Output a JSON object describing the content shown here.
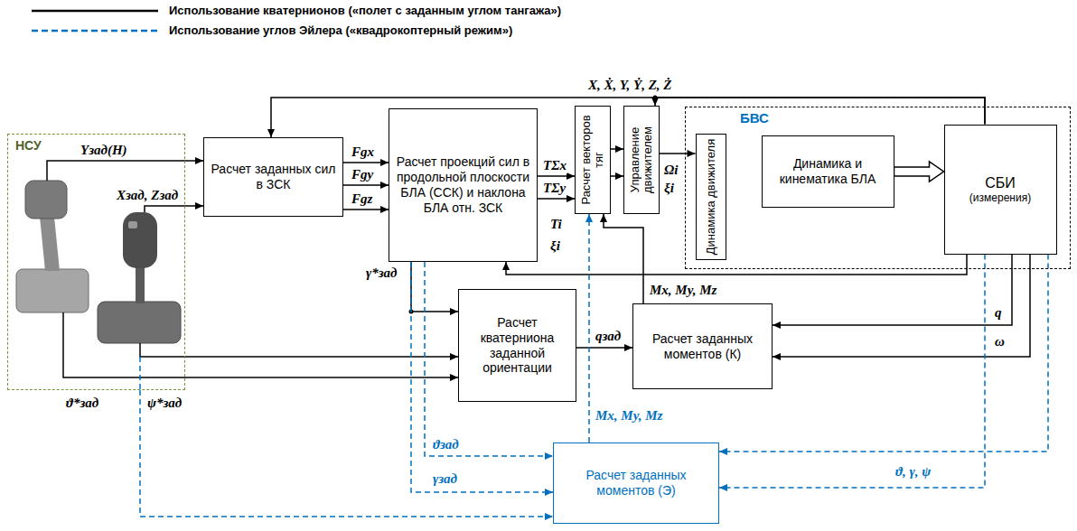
{
  "diagram": {
    "nodes": [
      {
        "text": [
          "НСУ"
        ]
      },
      {
        "text": [
          "Расчет заданных сил в ЗСК"
        ]
      },
      {
        "text": [
          "Расчет проекций сил в продольной плоскости БЛА (ССК) и наклона БЛА отн. ЗСК"
        ]
      },
      {
        "text": [
          "Расчет векторов тяг"
        ]
      },
      {
        "text": [
          "Управление движителем"
        ]
      },
      {
        "text": [
          "БВС"
        ]
      },
      {
        "text": [
          "Динамика движителя"
        ],
        "in": 5
      },
      {
        "text": [
          "Динамика и кинематика БЛА"
        ],
        "in": 5
      },
      {
        "text": [
          "СБИ",
          "(измерения)"
        ],
        "in": 5
      },
      {
        "text": [
          "Расчет кватерниона заданной ориентации"
        ]
      },
      {
        "text": [
          "Расчет заданных моментов (К)"
        ]
      },
      {
        "text": [
          "Расчет заданных моментов (Э)"
        ]
      }
    ],
    "edges": [
      {
        "from": 0,
        "to": 1,
        "arrow": "to"
      },
      {
        "from": 0,
        "to": 1,
        "arrow": "to"
      },
      {
        "from": 1,
        "to": 2,
        "arrow": "to",
        "label": "Fgx"
      },
      {
        "from": 1,
        "to": 2,
        "arrow": "to",
        "label": "Fgy"
      },
      {
        "from": 1,
        "to": 2,
        "arrow": "to",
        "label": "Fgz"
      },
      {
        "from": 2,
        "to": 3,
        "arrow": "to",
        "label": "TΣx"
      },
      {
        "from": 2,
        "to": 3,
        "arrow": "to",
        "label": "TΣy"
      },
      {
        "from": 3,
        "to": 4,
        "arrow": "to"
      },
      {
        "from": 3,
        "to": 4,
        "arrow": "to"
      },
      {
        "from": 4,
        "to": 6,
        "arrow": "to"
      },
      {
        "from": 7,
        "to": 8,
        "arrow": "to"
      },
      {
        "from": 8,
        "to": 1,
        "arrow": "to"
      },
      {
        "from": 8,
        "to": 4,
        "arrow": "to"
      },
      {
        "from": 8,
        "to": 2,
        "arrow": "to"
      },
      {
        "from": 2,
        "to": 9,
        "arrow": "to"
      },
      {
        "from": 0,
        "to": 9,
        "arrow": "to"
      },
      {
        "from": 0,
        "to": 9,
        "arrow": "to"
      },
      {
        "from": 9,
        "to": 10,
        "arrow": "to",
        "label": "qзад"
      },
      {
        "from": 8,
        "to": 10,
        "arrow": "to"
      },
      {
        "from": 8,
        "to": 10,
        "arrow": "to"
      },
      {
        "from": 10,
        "to": 3,
        "arrow": "to"
      },
      {
        "from": 11,
        "to": 3,
        "arrow": "to"
      },
      {
        "from": 2,
        "to": 11,
        "arrow": "to"
      },
      {
        "from": 2,
        "to": 11,
        "arrow": "to"
      },
      {
        "from": 0,
        "to": 11,
        "arrow": "to"
      },
      {
        "from": 8,
        "to": 11,
        "arrow": "to"
      },
      {
        "from": 8,
        "to": 11,
        "arrow": "to"
      }
    ],
    "labels": [
      "X, Ẋ, Y, Ẏ, Z, Ż",
      "Yзад(H)",
      "Xзад, Zзад",
      "ϑ*зад",
      "ψ*зад",
      "γ*зад",
      "Ti",
      "ξi",
      "Ωi",
      "ξi",
      "Mx, My, Mz",
      "q",
      "ω⃗",
      "Mx, My, Mz",
      "ϑзад",
      "γзад",
      "ϑ, γ, ψ"
    ],
    "legend": [
      {
        "text": "Использование кватернионов («полет с заданным углом тангажа»)"
      },
      {
        "text": "Использование углов Эйлера («квадрокоптерный режим»)"
      }
    ]
  }
}
